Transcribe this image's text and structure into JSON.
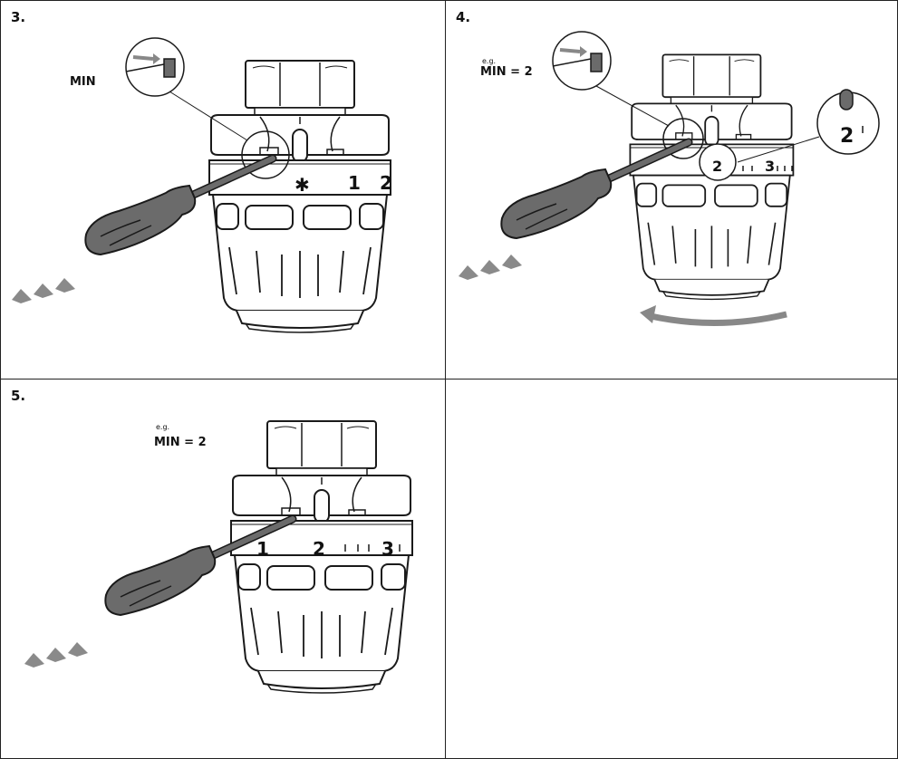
{
  "steps": [
    {
      "number": "3.",
      "label": "MIN",
      "eg": "",
      "dial": [
        "✱",
        "1",
        "2"
      ]
    },
    {
      "number": "4.",
      "label": "MIN = 2",
      "eg": "e.g.",
      "dial": [
        "2",
        "3"
      ],
      "zoom": "2"
    },
    {
      "number": "5.",
      "label": "MIN = 2",
      "eg": "e.g.",
      "dial": [
        "1",
        "2",
        "3"
      ]
    }
  ],
  "colors": {
    "line": "#1a1a1a",
    "tool": "#6b6b6b",
    "arrow": "#888888",
    "chevron": "#8a8a8a"
  },
  "icons": [
    "screwdriver-icon",
    "thermostat-head-icon",
    "magnifier-callout-icon",
    "rotate-arrow-icon",
    "push-chevrons-icon"
  ]
}
